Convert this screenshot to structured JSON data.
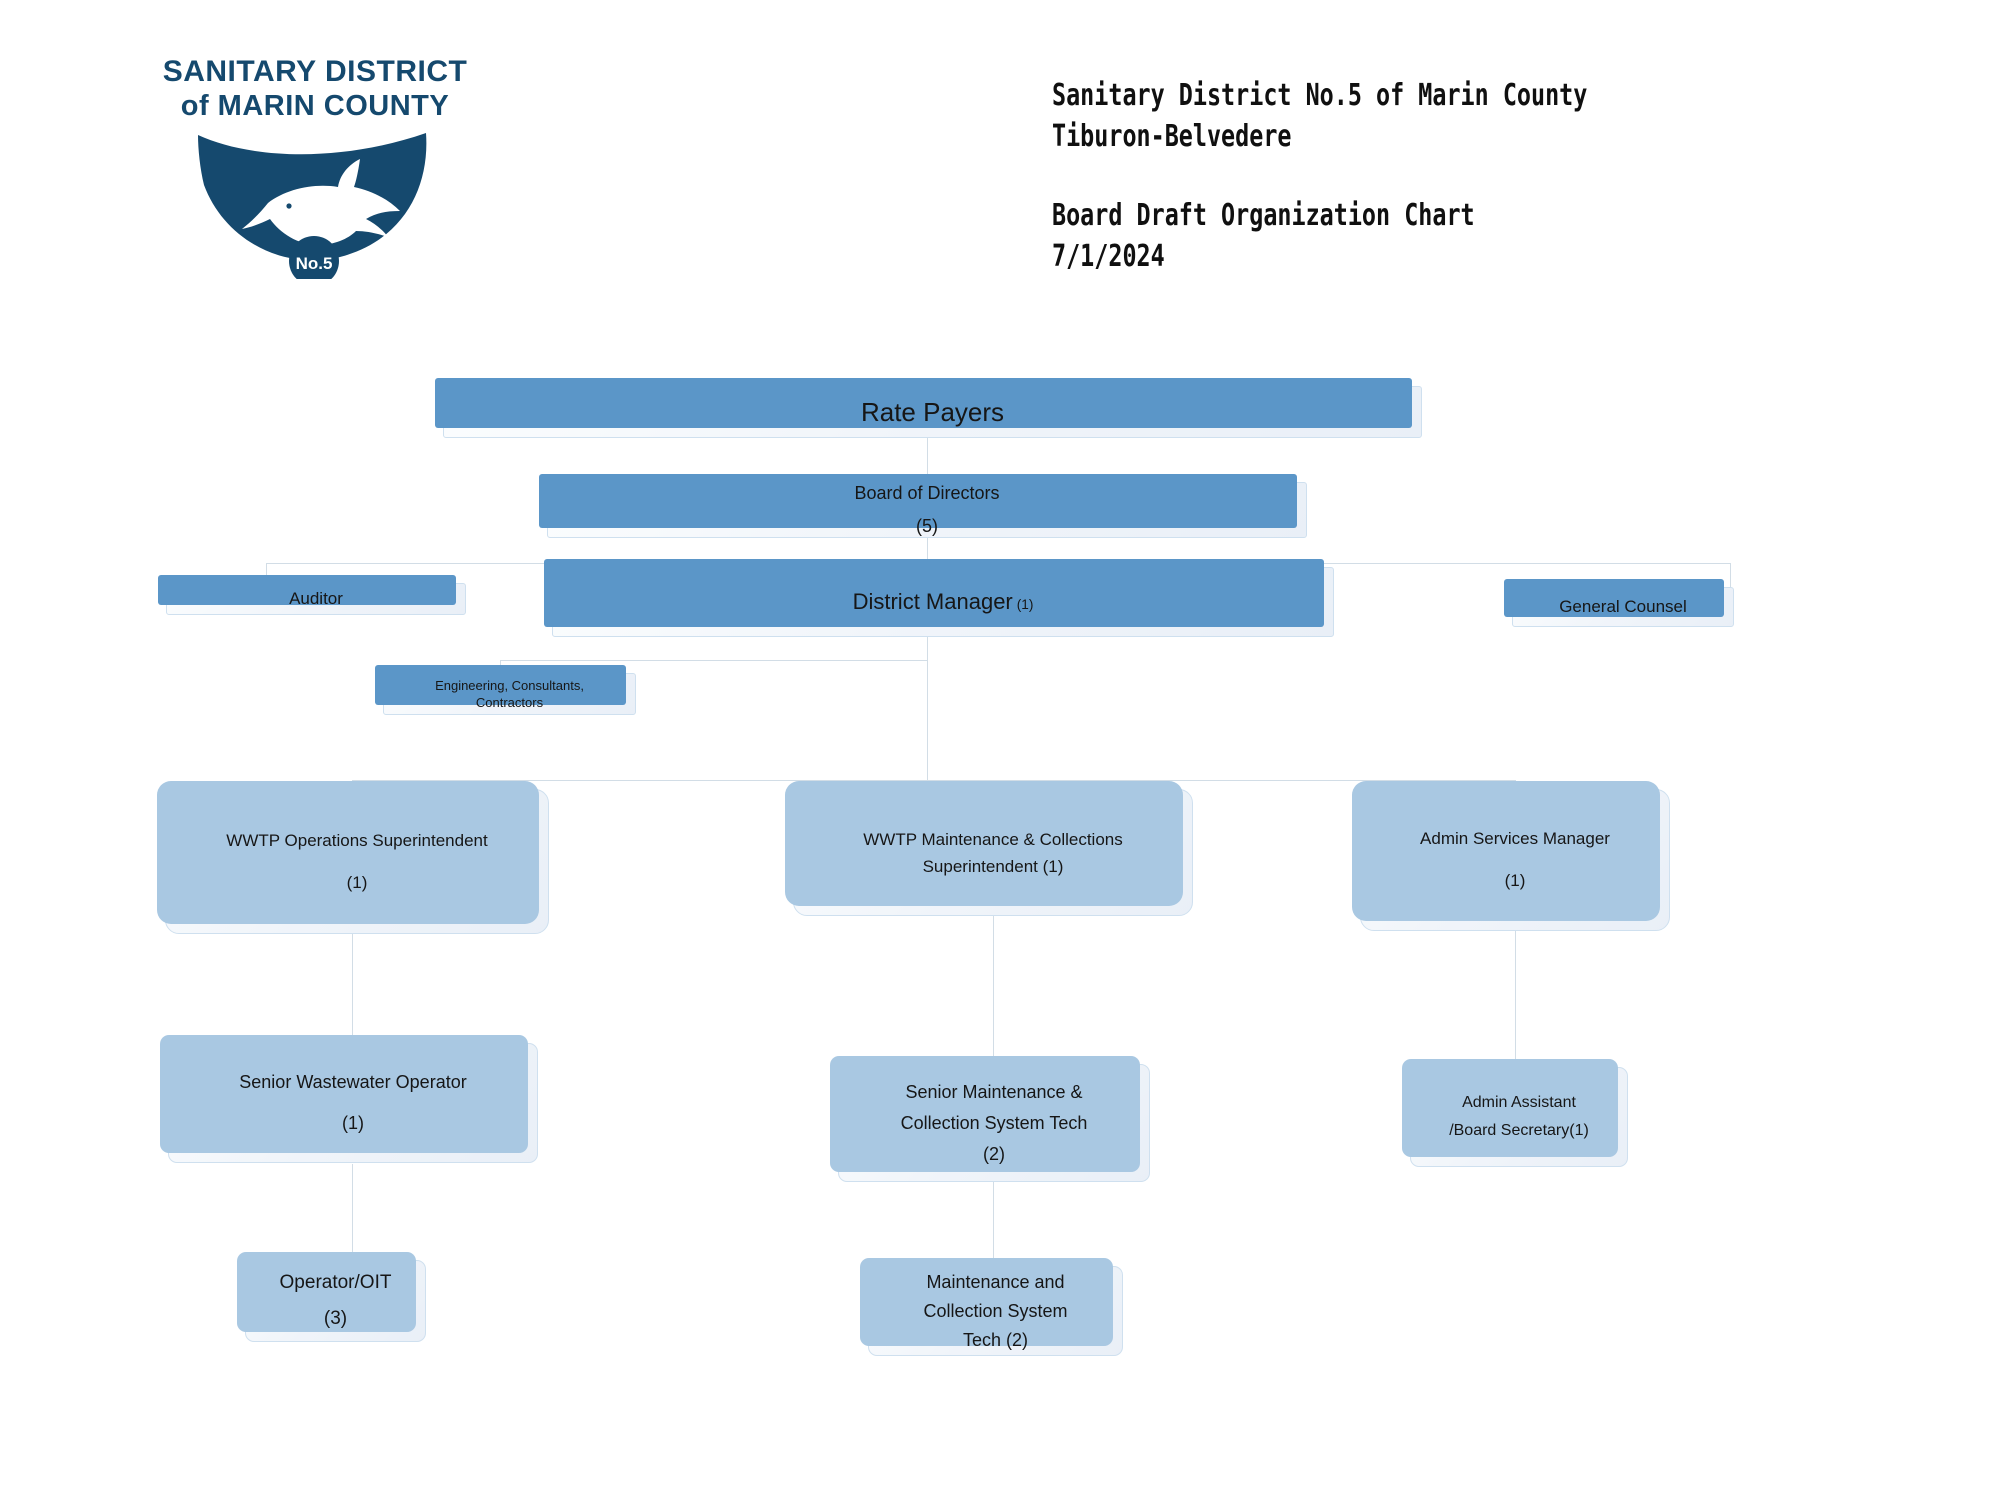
{
  "logo": {
    "line1": "SANITARY DISTRICT",
    "line2": "of MARIN COUNTY",
    "badge": "No.5",
    "icon": "shark-shield-logo",
    "color": "#15496e"
  },
  "header": {
    "line1": "Sanitary District No.5 of Marin County",
    "line2": "Tiburon-Belvedere",
    "line3": "Board Draft Organization Chart",
    "line4": "7/1/2024"
  },
  "chart_data": {
    "type": "diagram",
    "title": "Board Draft Organization Chart",
    "nodes": [
      {
        "id": "rate_payers",
        "label": "Rate Payers",
        "count": ""
      },
      {
        "id": "board",
        "label": "Board of Directors",
        "count": "(5)"
      },
      {
        "id": "auditor",
        "label": "Auditor",
        "count": ""
      },
      {
        "id": "district_manager",
        "label": "District Manager",
        "count": "(1)"
      },
      {
        "id": "general_counsel",
        "label": "General Counsel",
        "count": ""
      },
      {
        "id": "engineering",
        "label": "Engineering, Consultants, Contractors",
        "count": ""
      },
      {
        "id": "wwtp_ops",
        "label": "WWTP Operations Superintendent",
        "count": "(1)"
      },
      {
        "id": "wwtp_maint",
        "label": "WWTP Maintenance & Collections Superintendent (1)",
        "count": ""
      },
      {
        "id": "admin_services",
        "label": "Admin Services Manager",
        "count": "(1)"
      },
      {
        "id": "senior_ww_operator",
        "label": "Senior Wastewater Operator",
        "count": "(1)"
      },
      {
        "id": "senior_maint",
        "label": "Senior Maintenance & Collection System Tech",
        "count": "(2)"
      },
      {
        "id": "admin_assistant",
        "label": "Admin Assistant /Board Secretary(1)",
        "count": ""
      },
      {
        "id": "operator_oit",
        "label": "Operator/OIT",
        "count": "(3)"
      },
      {
        "id": "maint_tech",
        "label": "Maintenance and Collection System Tech (2)",
        "count": ""
      }
    ],
    "edges": [
      [
        "rate_payers",
        "board"
      ],
      [
        "board",
        "district_manager"
      ],
      [
        "district_manager",
        "auditor"
      ],
      [
        "district_manager",
        "general_counsel"
      ],
      [
        "district_manager",
        "engineering"
      ],
      [
        "district_manager",
        "wwtp_ops"
      ],
      [
        "district_manager",
        "wwtp_maint"
      ],
      [
        "district_manager",
        "admin_services"
      ],
      [
        "wwtp_ops",
        "senior_ww_operator"
      ],
      [
        "senior_ww_operator",
        "operator_oit"
      ],
      [
        "wwtp_maint",
        "senior_maint"
      ],
      [
        "senior_maint",
        "maint_tech"
      ],
      [
        "admin_services",
        "admin_assistant"
      ]
    ]
  },
  "nodes": {
    "rate_payers": {
      "label": "Rate Payers"
    },
    "board": {
      "label": "Board of Directors",
      "count": "(5)"
    },
    "auditor": {
      "label": "Auditor"
    },
    "district_manager": {
      "label": "District Manager",
      "count": "(1)"
    },
    "general_counsel": {
      "label": "General Counsel"
    },
    "engineering": {
      "label_1": "Engineering, Consultants,",
      "label_2": "Contractors"
    },
    "wwtp_ops": {
      "label": "WWTP Operations Superintendent",
      "count": "(1)"
    },
    "wwtp_maint": {
      "label_1": "WWTP Maintenance & Collections",
      "label_2": "Superintendent (1)"
    },
    "admin_services": {
      "label": "Admin Services Manager",
      "count": "(1)"
    },
    "senior_ww_operator": {
      "label": "Senior Wastewater Operator",
      "count": "(1)"
    },
    "senior_maint": {
      "label_1": "Senior Maintenance &",
      "label_2": "Collection System Tech",
      "count": "(2)"
    },
    "admin_assistant": {
      "label_1": "Admin Assistant",
      "label_2": "/Board Secretary(1)"
    },
    "operator_oit": {
      "label": "Operator/OIT",
      "count": "(3)"
    },
    "maint_tech": {
      "label_1": "Maintenance and",
      "label_2": "Collection System",
      "label_3": "Tech (2)"
    }
  }
}
